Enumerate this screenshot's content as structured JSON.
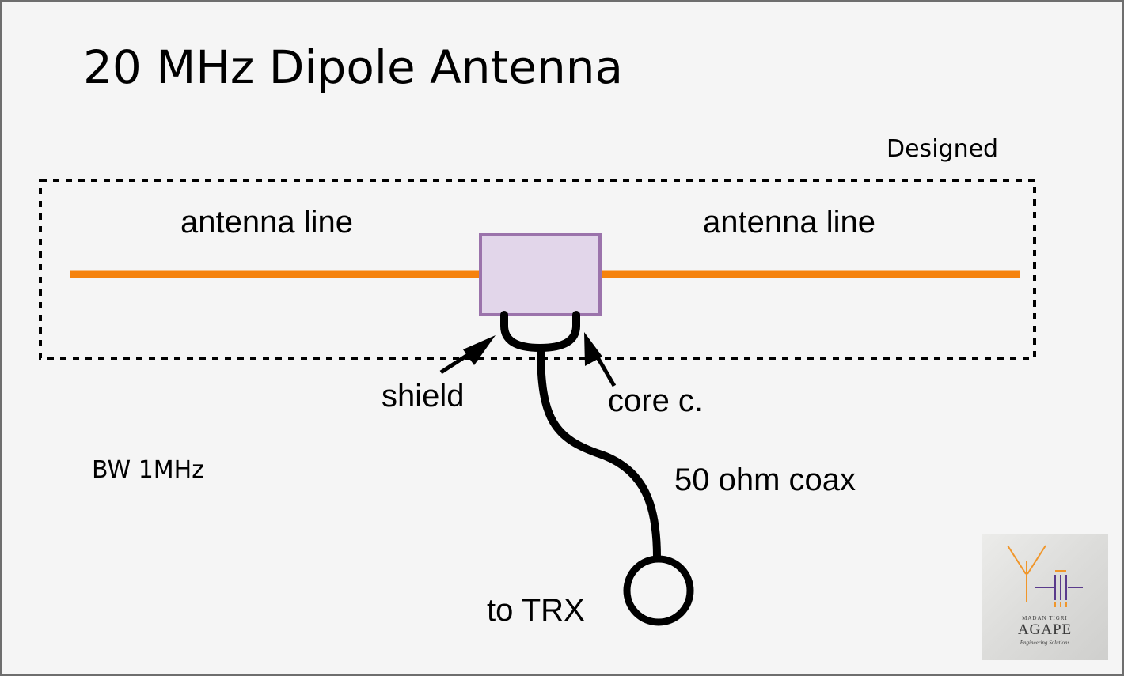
{
  "title": "20 MHz Dipole Antenna",
  "designed_label": "Designed",
  "bandwidth_label": "BW 1MHz",
  "antenna_left_label": "antenna line",
  "antenna_right_label": "antenna line",
  "shield_label": "shield",
  "core_label": "core c.",
  "coax_label": "50 ohm coax",
  "trx_label": "to TRX",
  "logo": {
    "small_text": "MADAN TIGRI",
    "name": "AGAPE",
    "tagline": "Engineering Solutions"
  },
  "colors": {
    "background": "#f5f5f5",
    "border": "#6e6e6e",
    "antenna": "#f5820d",
    "feed_box_fill": "#e2d6ea",
    "feed_box_stroke": "#9b73ab",
    "wire": "#000000",
    "logo_orange": "#f0962a",
    "logo_purple": "#5a3a8c"
  }
}
